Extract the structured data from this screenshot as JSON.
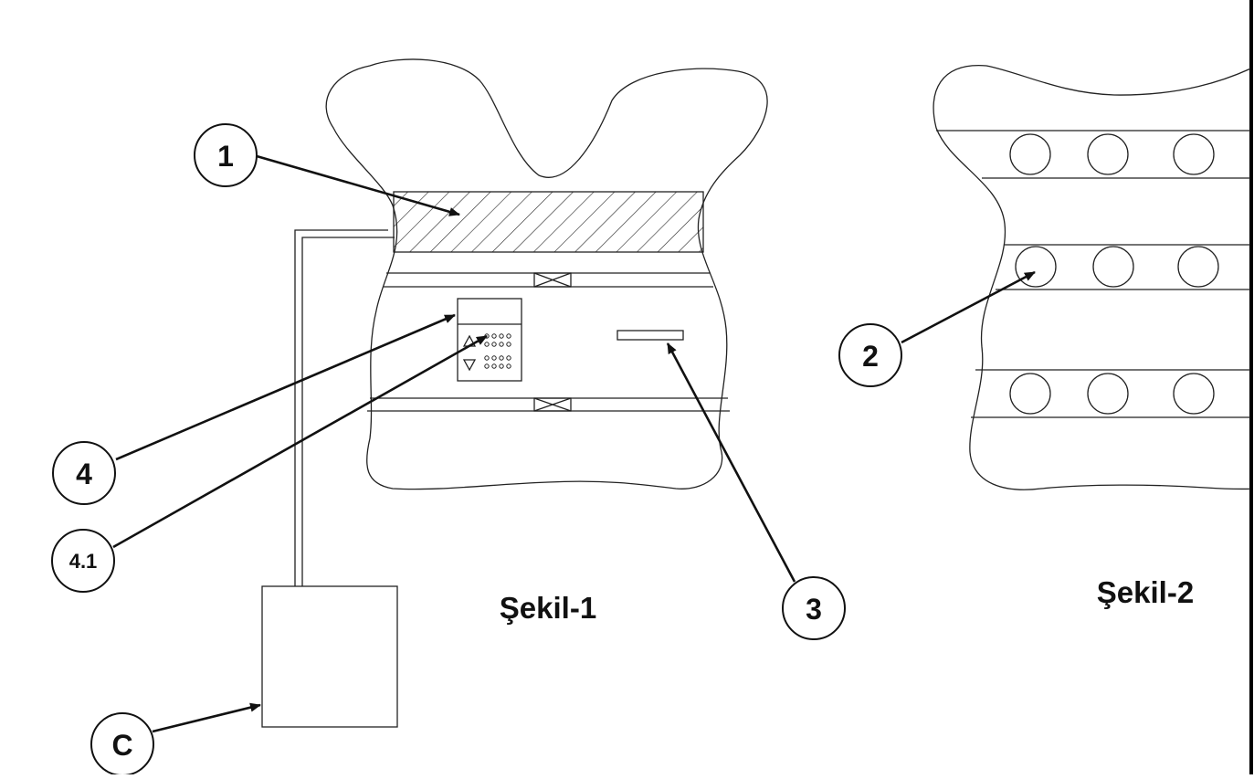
{
  "figures": [
    {
      "id": "fig1",
      "caption": "Şekil-1"
    },
    {
      "id": "fig2",
      "caption": "Şekil-2"
    }
  ],
  "callouts": {
    "c1": "1",
    "c2": "2",
    "c3": "3",
    "c4": "4",
    "c41": "4.1",
    "cC": "C"
  },
  "colors": {
    "stroke": "#222222",
    "background": "#ffffff",
    "border": "#000000"
  },
  "icons": [
    "arrow-up-icon",
    "arrow-down-icon",
    "button-dots-icon",
    "valve-icon"
  ]
}
